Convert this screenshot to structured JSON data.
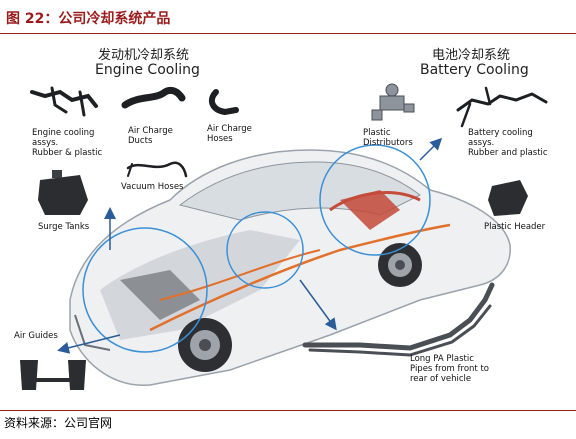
{
  "header": {
    "title": "图 22：公司冷却系统产品"
  },
  "sections": {
    "engine": {
      "cn": "发动机冷却系统",
      "en": "Engine Cooling"
    },
    "battery": {
      "cn": "电池冷却系统",
      "en": "Battery Cooling"
    }
  },
  "labels": {
    "engine_assys": "Engine cooling\nassys.\nRubber & plastic",
    "air_charge_ducts": "Air Charge\nDucts",
    "air_charge_hoses": "Air Charge\nHoses",
    "vacuum_hoses": "Vacuum Hoses",
    "surge_tanks": "Surge Tanks",
    "air_guides": "Air Guides",
    "plastic_distributors": "Plastic\nDistributors",
    "battery_assys": "Battery cooling\nassys.\nRubber and plastic",
    "plastic_header": "Plastic Header",
    "long_pa_pipes": "Long PA Plastic\nPipes from front to\nrear of vehicle"
  },
  "footer": {
    "source": "资料来源：公司官网"
  },
  "colors": {
    "title": "#9a1b1b",
    "highlight_circle": "#3a8fd6",
    "arrow": "#2a5c9a",
    "car_body": "#e9ecef",
    "coolant_lines": "#e2702a"
  }
}
